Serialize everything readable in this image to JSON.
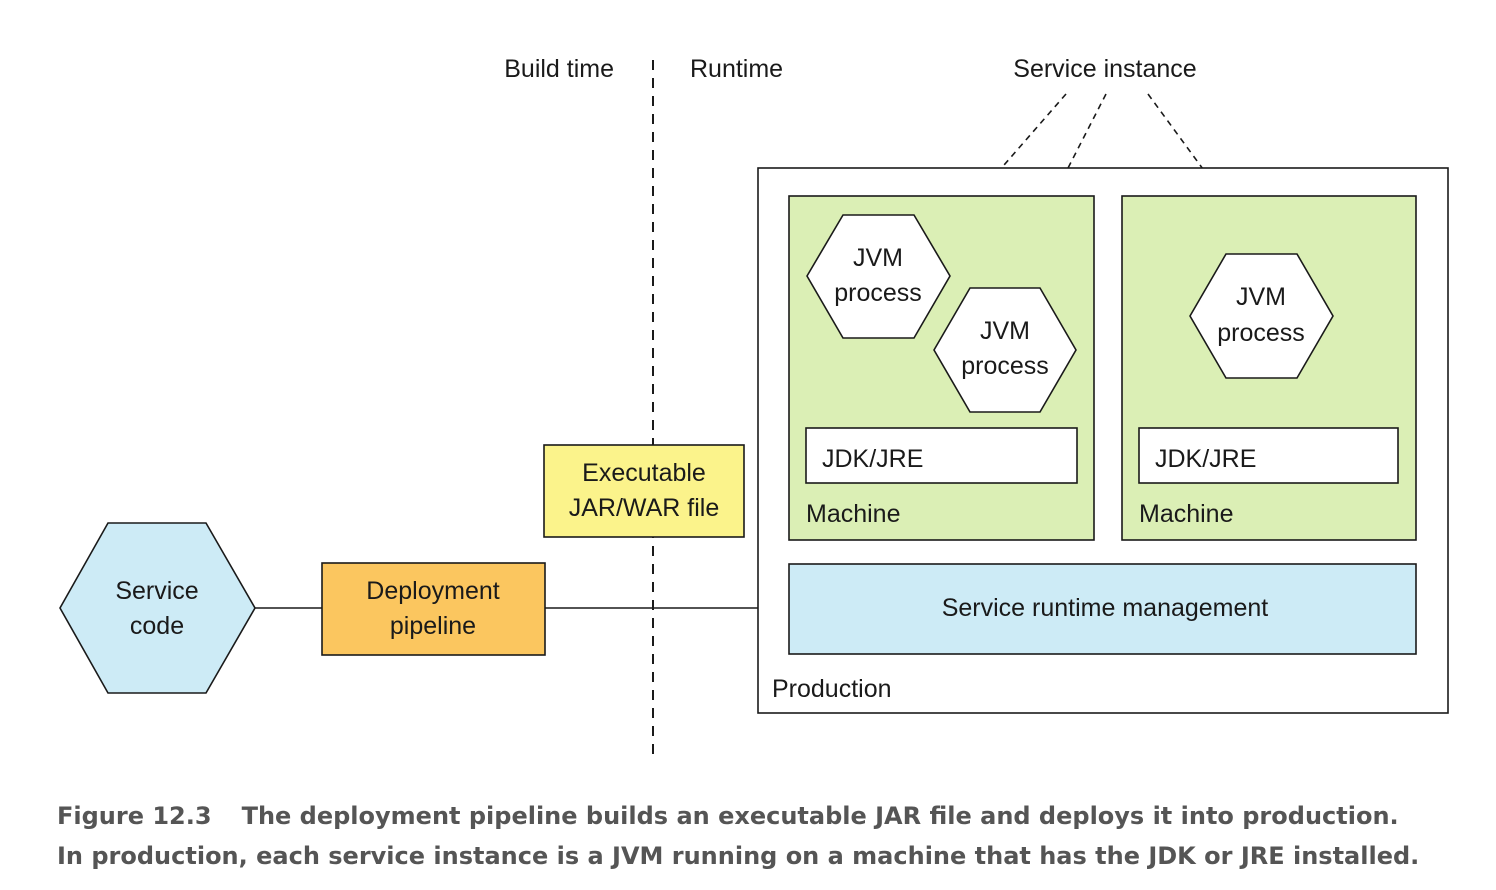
{
  "colors": {
    "service_code": "#cdebf6",
    "pipeline": "#fbc65f",
    "artifact": "#fbf38b",
    "machine": "#dbefb5",
    "runtime_mgmt": "#cdebf6",
    "caption_text": "#555555"
  },
  "diagram": {
    "build_time_label": "Build time",
    "runtime_label": "Runtime",
    "service_instance_label": "Service instance",
    "service_code": {
      "line1": "Service",
      "line2": "code"
    },
    "deployment_pipeline": {
      "line1": "Deployment",
      "line2": "pipeline"
    },
    "artifact": {
      "line1": "Executable",
      "line2": "JAR/WAR file"
    },
    "production_label": "Production",
    "runtime_management_label": "Service runtime management",
    "machines": [
      {
        "label": "Machine",
        "jdk_label": "JDK/JRE",
        "processes": [
          {
            "line1": "JVM",
            "line2": "process"
          },
          {
            "line1": "JVM",
            "line2": "process"
          }
        ]
      },
      {
        "label": "Machine",
        "jdk_label": "JDK/JRE",
        "processes": [
          {
            "line1": "JVM",
            "line2": "process"
          }
        ]
      }
    ]
  },
  "caption": {
    "figure_number": "Figure 12.3",
    "line1": "The deployment pipeline builds an executable JAR file and deploys it into production.",
    "line2": "In production, each service instance is a JVM running on a machine that has the JDK or JRE installed."
  }
}
